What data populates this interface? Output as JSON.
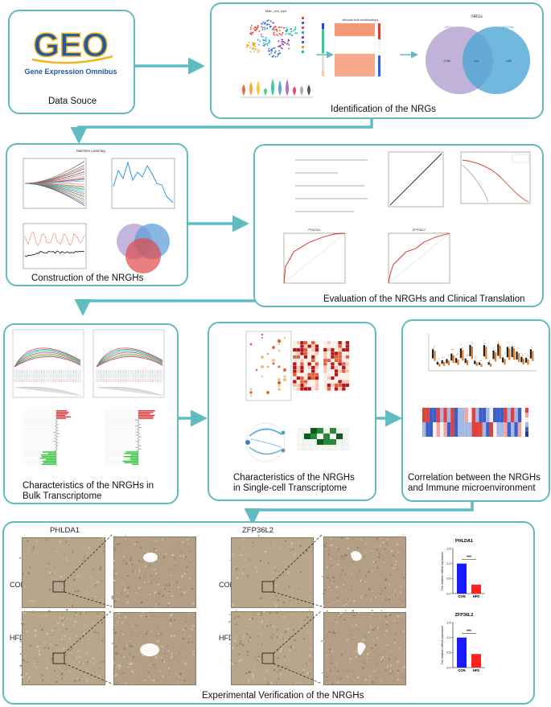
{
  "panels": {
    "data_source": {
      "caption": "Data Souce",
      "logo_letters": "GEO",
      "logo_sub": "Gene Expression Omnibus"
    },
    "identification": {
      "caption": "Identification of the NRGs",
      "scatter_title": "Main_cell_type",
      "heat_title": "Module-trait relationships",
      "venn_title": "NRGs",
      "venn_left_label": "DEGs",
      "venn_right_label": "WGCNA",
      "venn_left_count": "1766",
      "venn_mid_count": "114",
      "venn_right_count": "286"
    },
    "construction": {
      "caption": "Construction of the NRGHs",
      "ml_title": "Machine Learning"
    },
    "evaluation": {
      "caption": "Evaluation of the NRGHs and  Clinical Translation",
      "roc1_title": "PHLDA1",
      "roc2_title": "ZFP36L2"
    },
    "bulk": {
      "caption_line1": "Characteristics of the NRGHs in",
      "caption_line2": "Bulk Transcriptome"
    },
    "single_cell": {
      "caption_line1": "Characteristics of the NRGHs",
      "caption_line2": "in Single-cell Transcriptome"
    },
    "immune": {
      "caption_line1": "Correlation between the NRGHs",
      "caption_line2": "and Immune microenvironment"
    },
    "verification": {
      "caption": "Experimental Verification of the NRGHs",
      "gene1": "PHLDA1",
      "gene2": "ZFP36L2",
      "row1": "CON",
      "row2": "HFD",
      "significance": "***"
    }
  },
  "chart_data": [
    {
      "type": "bar",
      "title": "PHLDA1",
      "categories": [
        "CON",
        "HFD"
      ],
      "values": [
        1.0,
        0.3
      ],
      "ylabel": "The relative mRNA expression",
      "ylim": [
        0,
        1.5
      ],
      "colors": [
        "#1a1aff",
        "#ff2020"
      ]
    },
    {
      "type": "bar",
      "title": "ZFP36L2",
      "categories": [
        "CON",
        "HFD"
      ],
      "values": [
        1.0,
        0.45
      ],
      "ylabel": "The relative mRNA expression",
      "ylim": [
        0,
        1.5
      ],
      "colors": [
        "#1a1aff",
        "#ff2020"
      ]
    }
  ],
  "colors": {
    "border": "#5fbcc0",
    "arrow": "#5fbcc0",
    "geo_blue": "#1f5aa6",
    "geo_yellow": "#f2b51b"
  }
}
